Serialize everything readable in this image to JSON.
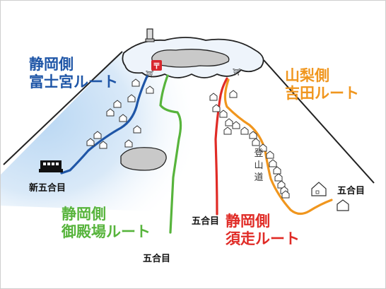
{
  "routes": {
    "fujinomiya": {
      "line1": "静岡側",
      "line2": "富士宮ルート",
      "color": "#1f56a7",
      "station": "新五合目"
    },
    "gotemba": {
      "line1": "静岡側",
      "line2": "御殿場ルート",
      "color": "#57b43c",
      "station": "五合目"
    },
    "subashiri": {
      "line1": "静岡側",
      "line2": "須走ルート",
      "color": "#e02b26",
      "station": "五合目"
    },
    "yoshida": {
      "line1": "山梨側",
      "line2": "吉田ルート",
      "color": "#f0961e",
      "station": "五合目"
    }
  },
  "trail_label": "登山道",
  "summit_marks": [
    "〒",
    "⛩"
  ]
}
